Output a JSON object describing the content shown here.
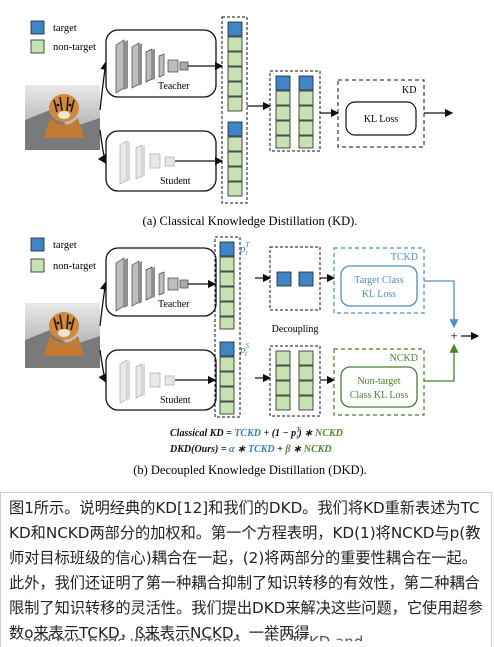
{
  "legend": {
    "target": "target",
    "non_target": "non-target"
  },
  "top": {
    "teacher_label": "Teacher",
    "student_label": "Student",
    "kd_box_label": "KD",
    "kl_loss_label": "KL Loss",
    "caption": "(a) Classical Knowledge Distillation (KD)."
  },
  "bottom": {
    "teacher_label": "Teacher",
    "student_label": "Student",
    "pt_symbol": "p",
    "pt_sup": "T",
    "pt_sub": "t",
    "ps_symbol": "p",
    "ps_sup": "S",
    "ps_sub": "t",
    "decoupling_label": "Decoupling",
    "tckd_label": "TCKD",
    "tckd_box_line1": "Target Class",
    "tckd_box_line2": "KL Loss",
    "nckd_label": "NCKD",
    "nckd_box_line1": "Non-target",
    "nckd_box_line2": "Class KL Loss",
    "plus_sign": "+",
    "eq1_lhs": "Classical KD = ",
    "eq1_tckd": "TCKD",
    "eq1_mid": " + (1 − p",
    "eq1_sup": "T",
    "eq1_sub": "t",
    "eq1_end": ") ∗ ",
    "eq1_nckd": "NCKD",
    "eq2_lhs": "DKD(Ours) = ",
    "eq2_alpha": "α",
    "eq2_star1": " ∗ ",
    "eq2_tckd": "TCKD",
    "eq2_plus": " + ",
    "eq2_beta": "β",
    "eq2_star2": " ∗ ",
    "eq2_nckd": "NCKD",
    "caption": "(b) Decoupled Knowledge Distillation (DKD)."
  },
  "description": {
    "text": "图1所示。说明经典的KD[12]和我们的DKD。我们将KD重新表述为TCKD和NCKD两部分的加权和。第一个方程表明，KD(1)将NCKD与p(教师对目标班级的信心)耦合在一起，(2)将两部分的重要性耦合在一起。此外，我们还证明了第一种耦合抑制了知识转移的有效性，第二种耦合限制了知识转移的灵活性。我们提出DKD来解决这些问题，它使用超参数o来表示TCKD，ß来表示NCKD，一举两得",
    "cutoff_line": "...and two birds with one stone ... for TCKD and ... "
  },
  "colors": {
    "target_blue": "#3f86c8",
    "nontarget_green": "#c6e2b3",
    "tckd_blue": "#4a90c8",
    "nckd_green": "#4a7f2c",
    "eq_blue": "#3d7fc0",
    "eq_green": "#4f8a2e"
  }
}
